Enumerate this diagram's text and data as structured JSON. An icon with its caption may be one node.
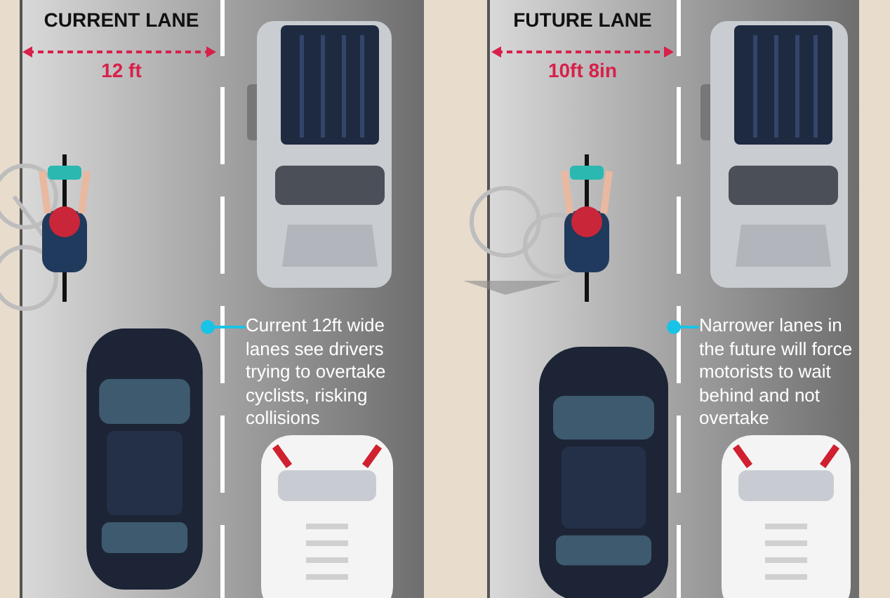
{
  "diagram": {
    "nodes": [
      {
        "text": [
          "Current 12ft wide lanes see drivers trying to overtake cyclists, risking collisions"
        ]
      },
      {
        "text": [],
        "shape": "picture"
      },
      {
        "text": [
          "Narrower lanes in the future will force motorists to wait behind and not overtake"
        ]
      },
      {
        "text": [],
        "shape": "picture"
      }
    ],
    "edges": [
      {
        "from": 0,
        "to": 1,
        "arrow": "other"
      },
      {
        "from": 2,
        "to": 3,
        "arrow": "other"
      }
    ],
    "labels": [
      "CURRENT LANE",
      "12 ft",
      "FUTURE LANE",
      "10ft 8in"
    ]
  }
}
